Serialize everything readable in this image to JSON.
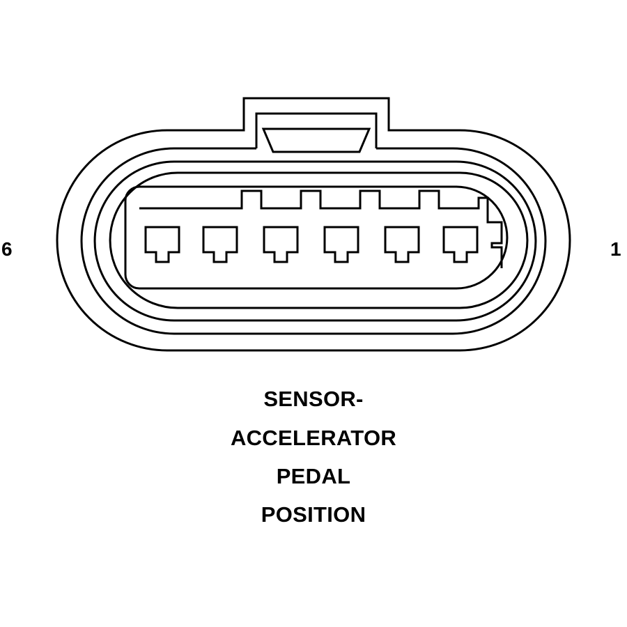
{
  "connector": {
    "pin_left_label": "6",
    "pin_right_label": "1",
    "cavities": 6,
    "caption_lines": [
      "SENSOR-",
      "ACCELERATOR",
      "PEDAL",
      "POSITION"
    ],
    "stroke_color": "#000000",
    "background_color": "#ffffff"
  }
}
